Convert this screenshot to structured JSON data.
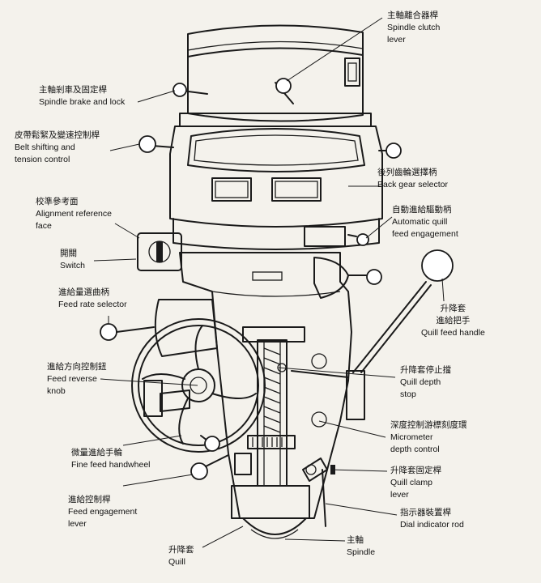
{
  "labels": {
    "spindle_clutch": {
      "zh": "主軸離合器桿",
      "en1": "Spindle clutch",
      "en2": "lever"
    },
    "spindle_brake": {
      "zh": "主軸剎車及固定桿",
      "en1": "Spindle brake and lock"
    },
    "belt_shifting": {
      "zh": "皮帶鬆緊及變速控制桿",
      "en1": "Belt shifting and",
      "en2": "tension control"
    },
    "back_gear": {
      "zh": "後列齒輪選擇柄",
      "en1": "Back gear selector"
    },
    "alignment_face": {
      "zh": "校準參考面",
      "en1": "Alignment reference",
      "en2": "face"
    },
    "automatic_quill": {
      "zh": "自動進給驅動柄",
      "en1": "Automatic quill",
      "en2": "feed engagement"
    },
    "switch": {
      "zh": "開關",
      "en1": "Switch"
    },
    "feed_rate": {
      "zh": "進給量選曲柄",
      "en1": "Feed rate selector"
    },
    "quill_feed_handle": {
      "zh1": "升降套",
      "zh2": "進給把手",
      "en1": "Quill feed handle"
    },
    "feed_reverse": {
      "zh": "進給方向控制鈕",
      "en1": "Feed reverse",
      "en2": "knob"
    },
    "quill_depth_stop": {
      "zh": "升降套停止擋",
      "en1": "Quill depth",
      "en2": "stop"
    },
    "micrometer": {
      "zh": "深度控制游標刻度環",
      "en1": "Micrometer",
      "en2": "depth control"
    },
    "fine_feed": {
      "zh": "微量進給手輪",
      "en1": "Fine feed handwheel"
    },
    "quill_clamp": {
      "zh": "升降套固定桿",
      "en1": "Quill clamp",
      "en2": "lever"
    },
    "feed_engagement": {
      "zh": "進給控制桿",
      "en1": "Feed engagement",
      "en2": "lever"
    },
    "dial_indicator": {
      "zh": "指示器裝置桿",
      "en1": "Dial indicator rod"
    },
    "quill": {
      "zh": "升降套",
      "en1": "Quill"
    },
    "spindle": {
      "zh": "主軸",
      "en1": "Spindle"
    }
  }
}
